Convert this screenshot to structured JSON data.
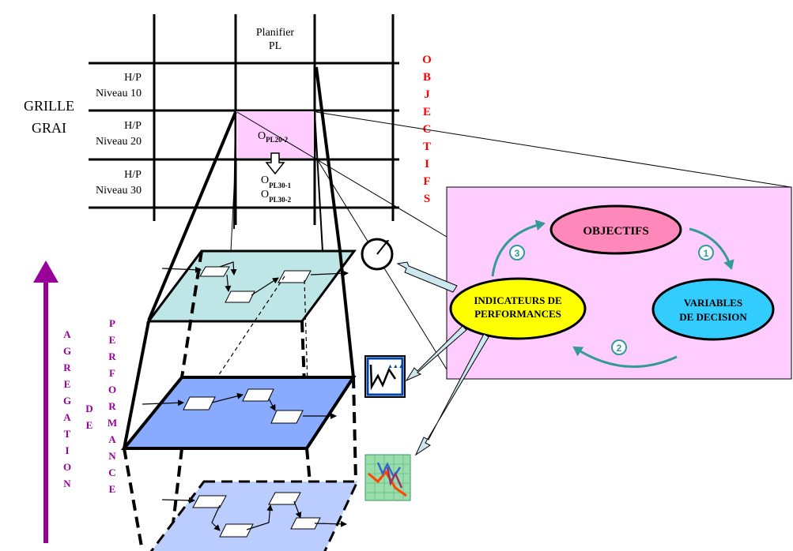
{
  "grid": {
    "title_line1": "GRILLE",
    "title_line2": "GRAI",
    "column_header_line1": "Planifier",
    "column_header_line2": "PL",
    "rows": [
      {
        "line1": "H/P",
        "line2": "Niveau 10"
      },
      {
        "line1": "H/P",
        "line2": "Niveau 20"
      },
      {
        "line1": "H/P",
        "line2": "Niveau 30"
      }
    ],
    "cell_colors": {
      "highlight": "#ffccff"
    },
    "objective_main": {
      "letter": "O",
      "subscript": "PL20-2"
    },
    "objective_sub1": {
      "letter": "O",
      "subscript": "PL30-1"
    },
    "objective_sub2": {
      "letter": "O",
      "subscript": "PL30-2"
    }
  },
  "vertical_objectifs": [
    "O",
    "B",
    "J",
    "E",
    "C",
    "T",
    "I",
    "F",
    "S"
  ],
  "aggregation": {
    "col1": [
      "A",
      "G",
      "R",
      "E",
      "G",
      "A",
      "T",
      "I",
      "O",
      "N"
    ],
    "col2": [
      "D",
      "E"
    ],
    "col3": [
      "P",
      "E",
      "R",
      "F",
      "O",
      "R",
      "M",
      "A",
      "N",
      "C",
      "E"
    ]
  },
  "cycle": {
    "objectifs": "OBJECTIFS",
    "variables_line1": "VARIABLES",
    "variables_line2": "DE DECISION",
    "indicateurs_line1": "INDICATEURS DE",
    "indicateurs_line2": "PERFORMANCES",
    "step1": "1",
    "step2": "2",
    "step3": "3"
  },
  "icons": [
    "gauge-icon",
    "chart-window-icon",
    "trend-chart-icon"
  ],
  "colors": {
    "objectifs_red": "#ff0000",
    "aggregation_purple": "#990099",
    "cycle_panel": "#ffccff",
    "objectifs_oval": "#ff88bb",
    "variables_oval": "#33ccff",
    "indicateurs_oval": "#ffff00",
    "cycle_arrow": "#339999",
    "plane_top": "#bfe6e6",
    "plane_middle": "#88aaff",
    "plane_bottom": "#bbccff"
  }
}
